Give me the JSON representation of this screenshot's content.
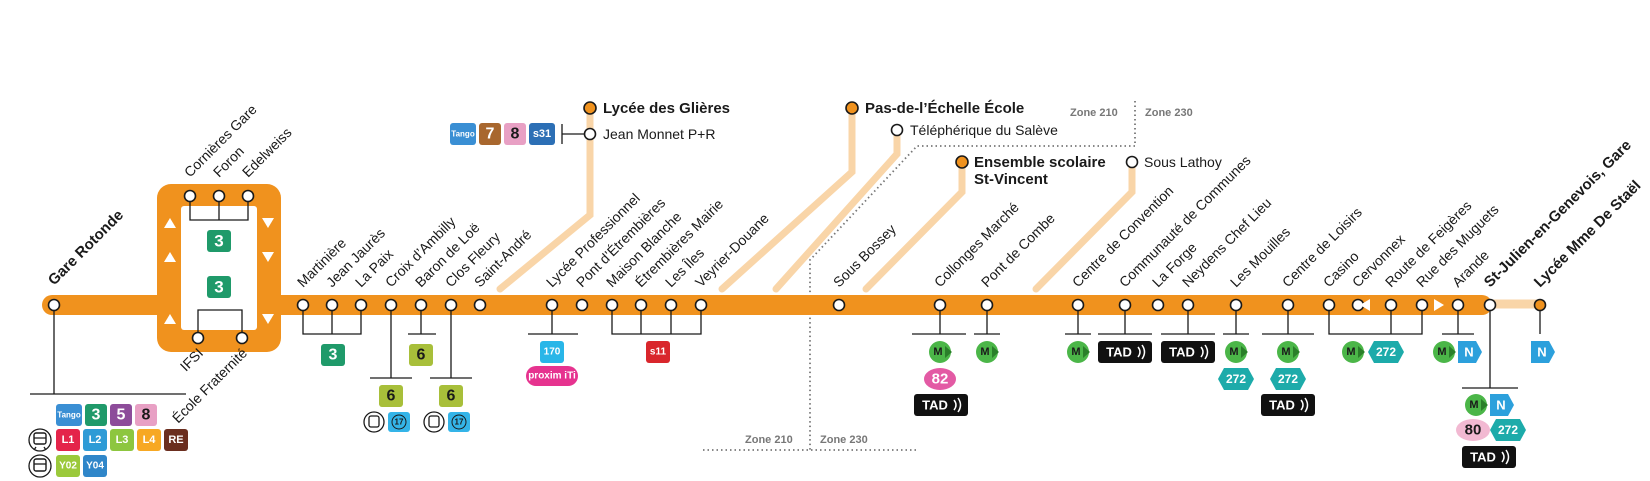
{
  "colors": {
    "line": "#f0921e",
    "branch": "#f9d5a8",
    "tango": "#3a8fd4",
    "line3": "#1f9a6a",
    "line5": "#8d4c9a",
    "line6": "#a8bf3a",
    "line7": "#a8672e",
    "line8": "#e8a0c4",
    "s31": "#2c6fb5",
    "s11": "#d9262c",
    "l1": "#e4244a",
    "l2": "#2e9bd6",
    "l3": "#8dc63f",
    "l4": "#f7a823",
    "re": "#6b2e1f",
    "bus170": "#29b6e8",
    "proximiti": "#e6338f",
    "m_green": "#4bb648",
    "n_blue": "#2ca0dc",
    "b272": "#1dabaa",
    "b82": "#e35aa4",
    "b80": "#f2b9d2",
    "tad": "#111111",
    "b17": "#34b4e8",
    "y02": "#9bc93b",
    "y04": "#2f86c9"
  },
  "stations": {
    "gare_rotonde": "Gare Rotonde",
    "cornieres_gare": "Cornières Gare",
    "foron": "Foron",
    "edelweiss": "Edelweiss",
    "ifsi": "IFSI",
    "ecole_fraternite": "École Fraternité",
    "martiniere": "Martinière",
    "jean_jaures": "Jean Jaurès",
    "la_paix": "La Paix",
    "croix_ambilly": "Croix d’Ambilly",
    "baron_de_loe": "Baron de Loë",
    "clos_fleury": "Clos Fleury",
    "saint_andre": "Saint-André",
    "lycee_pro": "Lycée Professionnel",
    "pont_etrembieres": "Pont d’Étrembières",
    "maison_blanche": "Maison Blanche",
    "etrembieres_mairie": "Étrembières Mairie",
    "les_iles": "Les Îles",
    "veyrier_douane": "Veyrier-Douane",
    "sous_bossey": "Sous Bossey",
    "collonges_marche": "Collonges Marché",
    "pont_de_combe": "Pont de Combe",
    "centre_convention": "Centre de Convention",
    "communaute_communes": "Communauté de Communes",
    "la_forge": "La Forge",
    "neydens": "Neydens Chef Lieu",
    "les_mouilles": "Les Mouilles",
    "centre_loisirs": "Centre de Loisirs",
    "casino": "Casino",
    "cervonnex": "Cervonnex",
    "route_feigeres": "Route de Feigères",
    "rue_muguets": "Rue des Muguets",
    "arande": "Arande",
    "st_julien_gare": "St-Julien-en-Genevois, Gare",
    "lycee_mme_de_stael": "Lycée Mme De Staël",
    "lycee_glieres": "Lycée des Glières",
    "jean_monnet": "Jean Monnet P+R",
    "pas_echelle": "Pas-de-l’Échelle École",
    "telepherique": "Téléphérique du Salève",
    "ensemble_scolaire_1": "Ensemble scolaire",
    "ensemble_scolaire_2": "St-Vincent",
    "sous_lathoy": "Sous Lathoy"
  },
  "zones": {
    "z210": "Zone 210",
    "z230": "Zone 230"
  },
  "badges": {
    "tango": "Tango",
    "l3": "3",
    "l5": "5",
    "l6": "6",
    "l7": "7",
    "l8": "8",
    "s31": "s31",
    "s11": "s11",
    "b170": "170",
    "proximiti": "proxim iTi",
    "L1": "L1",
    "L2": "L2",
    "L3": "L3",
    "L4": "L4",
    "RE": "RE",
    "Y02": "Y02",
    "Y04": "Y04",
    "b17": "17",
    "M": "M",
    "N": "N",
    "b272": "272",
    "b82": "82",
    "b80": "80",
    "tad": "TAD"
  }
}
